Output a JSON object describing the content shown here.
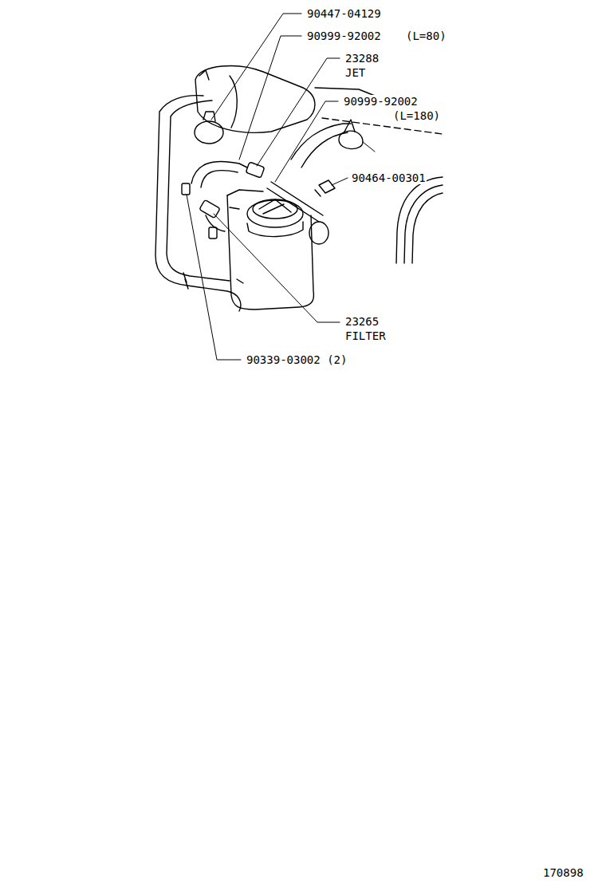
{
  "diagram": {
    "labels": [
      "90447-04129",
      "90999-92002",
      "(L=80)",
      "23288",
      "JET",
      "90999-92002",
      "(L=180)",
      "90464-00301",
      "23265",
      "FILTER",
      "90339-03002 (2)",
      "170898"
    ]
  }
}
